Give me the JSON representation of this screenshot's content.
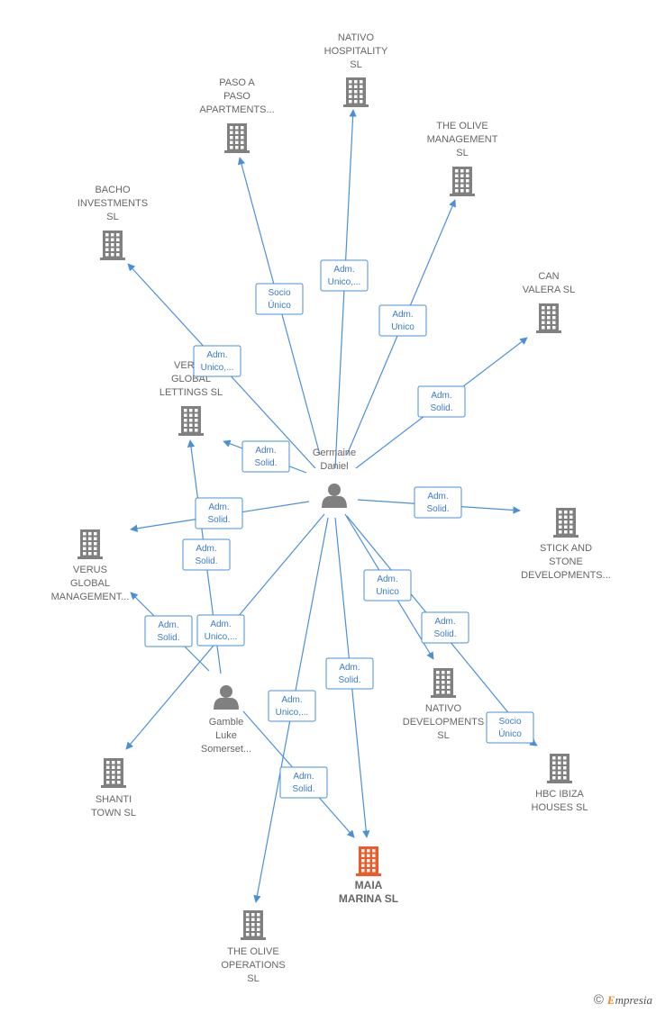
{
  "colors": {
    "edge": "#4a90d9",
    "building": "#808080",
    "focus_building": "#f05a28",
    "person": "#808080",
    "label": "#666666"
  },
  "nodes": [
    {
      "id": "nativo_hospitality",
      "type": "company",
      "lines": [
        "NATIVO",
        "HOSPITALITY",
        "SL"
      ]
    },
    {
      "id": "paso_a_paso",
      "type": "company",
      "lines": [
        "PASO A",
        "PASO",
        "APARTMENTS..."
      ]
    },
    {
      "id": "olive_management",
      "type": "company",
      "lines": [
        "THE OLIVE",
        "MANAGEMENT",
        "SL"
      ]
    },
    {
      "id": "bacho",
      "type": "company",
      "lines": [
        "BACHO",
        "INVESTMENTS",
        "SL"
      ]
    },
    {
      "id": "can_valera",
      "type": "company",
      "lines": [
        "CAN",
        "VALERA  SL"
      ]
    },
    {
      "id": "verus_lettings",
      "type": "company",
      "lines": [
        "VERUS",
        "GLOBAL",
        "LETTINGS  SL"
      ]
    },
    {
      "id": "germaine",
      "type": "person",
      "lines": [
        "Germaine",
        "Daniel"
      ]
    },
    {
      "id": "stick_stone",
      "type": "company",
      "lines": [
        "STICK AND",
        "STONE",
        "DEVELOPMENTS..."
      ]
    },
    {
      "id": "verus_management",
      "type": "company",
      "lines": [
        "VERUS",
        "GLOBAL",
        "MANAGEMENT..."
      ]
    },
    {
      "id": "gamble",
      "type": "person",
      "lines": [
        "Gamble",
        "Luke",
        "Somerset..."
      ]
    },
    {
      "id": "nativo_dev",
      "type": "company",
      "lines": [
        "NATIVO",
        "DEVELOPMENTS",
        "SL"
      ]
    },
    {
      "id": "shanti",
      "type": "company",
      "lines": [
        "SHANTI",
        "TOWN  SL"
      ]
    },
    {
      "id": "hbc_ibiza",
      "type": "company",
      "lines": [
        "HBC IBIZA",
        "HOUSES  SL"
      ]
    },
    {
      "id": "maia_marina",
      "type": "company",
      "focus": true,
      "lines": [
        "MAIA",
        "MARINA  SL"
      ]
    },
    {
      "id": "olive_operations",
      "type": "company",
      "lines": [
        "THE OLIVE",
        "OPERATIONS",
        "SL"
      ]
    }
  ],
  "edges": [
    {
      "from": "germaine",
      "to": "nativo_hospitality",
      "label": [
        "Adm.",
        "Unico,..."
      ]
    },
    {
      "from": "germaine",
      "to": "paso_a_paso",
      "label": [
        "Socio",
        "Único"
      ]
    },
    {
      "from": "germaine",
      "to": "olive_management",
      "label": [
        "Adm.",
        "Unico"
      ]
    },
    {
      "from": "germaine",
      "to": "bacho",
      "label": [
        "Adm.",
        "Unico,..."
      ]
    },
    {
      "from": "germaine",
      "to": "can_valera",
      "label": [
        "Adm.",
        "Solid."
      ]
    },
    {
      "from": "germaine",
      "to": "verus_lettings",
      "label": [
        "Adm.",
        "Solid."
      ]
    },
    {
      "from": "germaine",
      "to": "stick_stone",
      "label": [
        "Adm.",
        "Solid."
      ]
    },
    {
      "from": "germaine",
      "to": "verus_management",
      "label": [
        "Adm.",
        "Solid."
      ]
    },
    {
      "from": "germaine",
      "to": "nativo_dev",
      "label": [
        "Adm.",
        "Unico"
      ]
    },
    {
      "from": "germaine",
      "to": "hbc_ibiza",
      "label": [
        "Adm.",
        "Solid."
      ]
    },
    {
      "from": "germaine",
      "to": "maia_marina",
      "label": [
        "Adm.",
        "Solid."
      ]
    },
    {
      "from": "germaine",
      "to": "olive_operations",
      "label": [
        "Adm.",
        "Unico,..."
      ]
    },
    {
      "from": "germaine",
      "to": "shanti",
      "label": [
        "Adm.",
        "Unico,..."
      ]
    },
    {
      "from": "gamble",
      "to": "verus_lettings",
      "label": [
        "Adm.",
        "Solid."
      ]
    },
    {
      "from": "gamble",
      "to": "verus_management",
      "label": [
        "Adm.",
        "Solid."
      ]
    },
    {
      "from": "gamble",
      "to": "maia_marina",
      "label": [
        "Adm.",
        "Solid."
      ]
    },
    {
      "from": "nativo_dev",
      "to": "hbc_ibiza",
      "label": [
        "Socio",
        "Único"
      ]
    }
  ],
  "watermark": {
    "symbol": "©",
    "brand_initial": "E",
    "brand_rest": "mpresia"
  }
}
